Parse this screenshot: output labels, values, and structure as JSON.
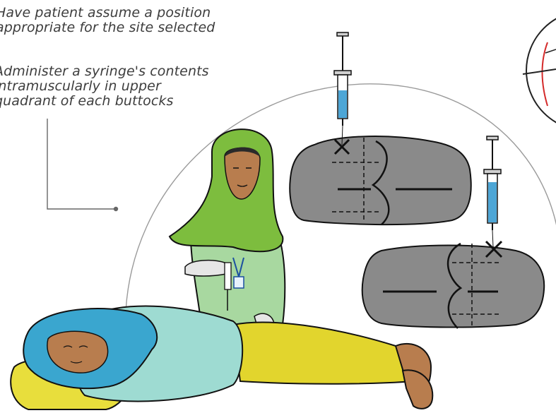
{
  "instructions": [
    {
      "lines": [
        "Have patient assume a position",
        "appropriate for the site selected"
      ]
    },
    {
      "lines": [
        "Administer a syringe's contents",
        "intramuscularly in upper",
        "quadrant of each buttocks"
      ]
    }
  ],
  "colors": {
    "text": "#3d3d3d",
    "buttock_fill": "#8a8a8a",
    "syringe_liquid": "#4da6d6",
    "nurse_hijab": "#7dbd3e",
    "nurse_clothes": "#a8d8a0",
    "patient_hijab": "#3aa6cf",
    "patient_gown": "#9edbd2",
    "patient_pants": "#e2d52d",
    "skin": "#b87d4e",
    "glove": "#e6e6e6",
    "pillow": "#e8de3c",
    "circle_accent": "#d42a2a"
  },
  "icons": [
    "syringe-icon",
    "injection-site-marker-icon",
    "id-badge-icon"
  ]
}
